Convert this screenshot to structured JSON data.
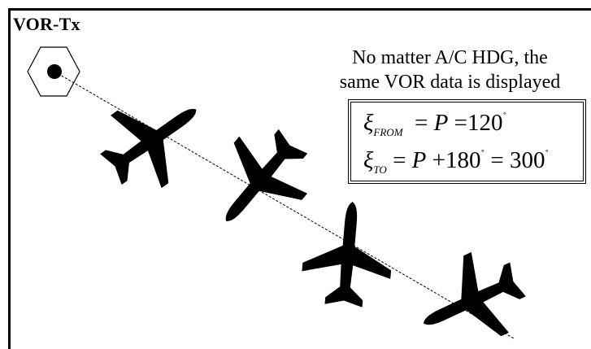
{
  "title": "VOR-Tx",
  "note": {
    "line1": "No matter A/C HDG, the",
    "line2": "same VOR data is displayed"
  },
  "equations": {
    "from": {
      "symbol": "ξ",
      "subscript": "FROM",
      "rhs_var": "P",
      "value": "120",
      "unit": "˚"
    },
    "to": {
      "symbol": "ξ",
      "subscript": "TO",
      "rhs_var": "P",
      "offset": "180",
      "value": "300",
      "unit": "˚"
    }
  }
}
